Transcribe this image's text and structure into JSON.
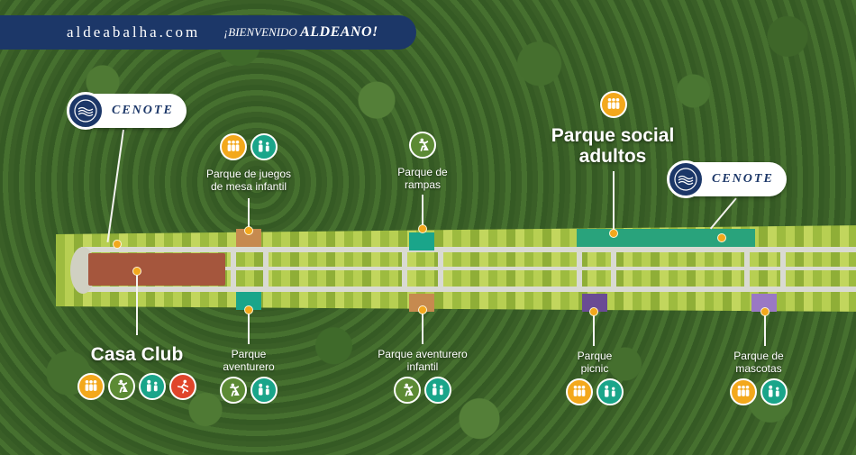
{
  "header": {
    "site": "aldeabalha.com",
    "welcome_prefix": "¡BIENVENIDO",
    "welcome_name": "ALDEANO!"
  },
  "cenote_label": "CENOTE",
  "colors": {
    "navy": "#1c3768",
    "family": "#f3a81c",
    "kids": "#1aa58a",
    "climb": "#5c8a34",
    "sport": "#e0452b"
  },
  "labels": {
    "casa_club": "Casa Club",
    "juegos_mesa": [
      "Parque de juegos",
      "de mesa infantil"
    ],
    "rampas": [
      "Parque de",
      "rampas"
    ],
    "social": [
      "Parque social",
      "adultos"
    ],
    "aventurero": [
      "Parque",
      "aventurero"
    ],
    "aventurero_infantil": [
      "Parque aventurero",
      "infantil"
    ],
    "picnic": [
      "Parque",
      "picnic"
    ],
    "mascotas": [
      "Parque de",
      "mascotas"
    ]
  },
  "icons": {
    "casa_club": [
      "family-icon",
      "climbing-icon",
      "kids-icon",
      "running-icon"
    ],
    "juegos_mesa": [
      "family-icon",
      "kids-icon"
    ],
    "rampas": [
      "climbing-icon"
    ],
    "social": [
      "family-icon"
    ],
    "aventurero": [
      "climbing-icon",
      "kids-icon"
    ],
    "aventurero_infantil": [
      "climbing-icon",
      "kids-icon"
    ],
    "picnic": [
      "family-icon",
      "kids-icon"
    ],
    "mascotas": [
      "family-icon",
      "kids-icon"
    ]
  }
}
